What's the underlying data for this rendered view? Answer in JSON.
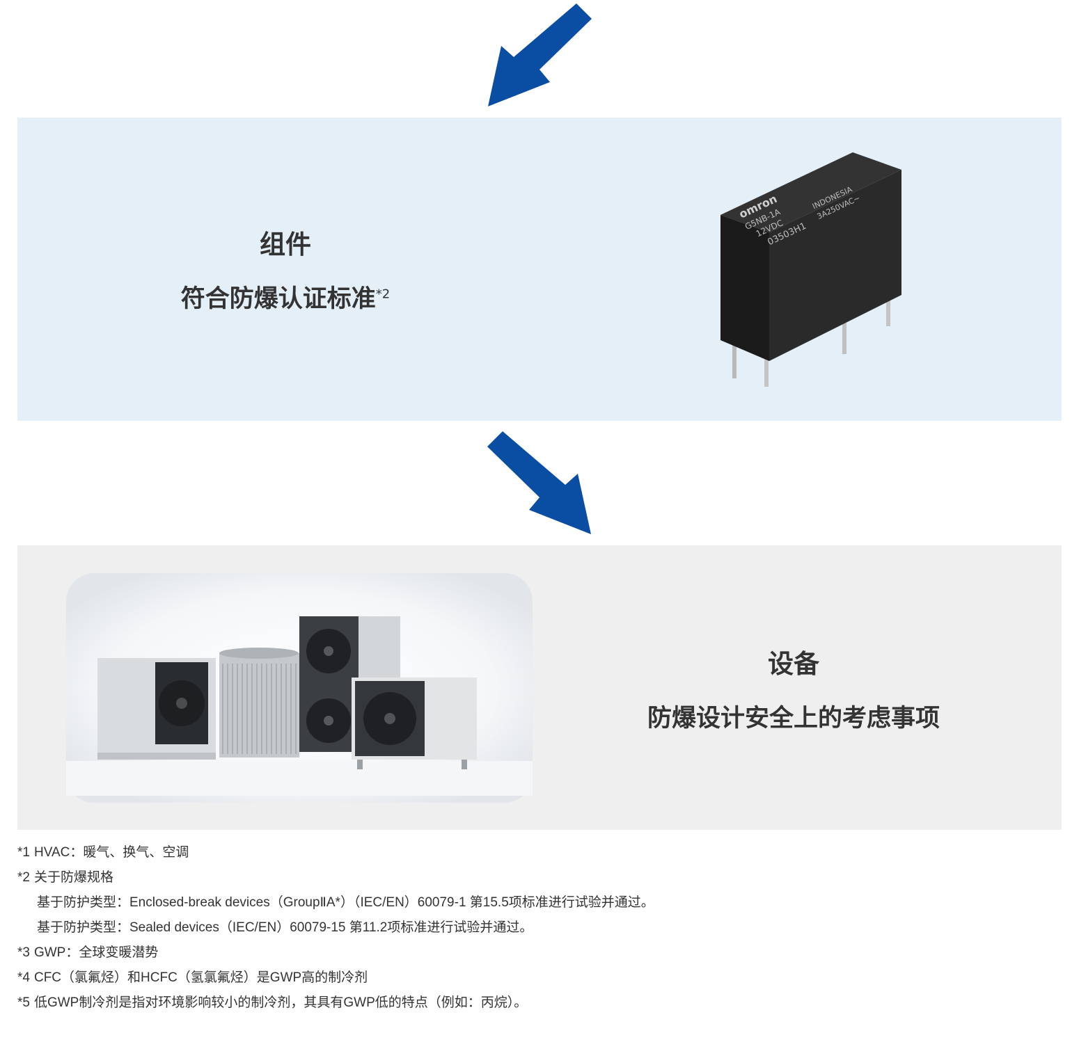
{
  "colors": {
    "arrow_blue": "#0a4ea3",
    "component_bg": "#e4eff8",
    "equipment_bg": "#efefef",
    "text": "#333333"
  },
  "component": {
    "title": "组件",
    "subtitle": "符合防爆认证标准",
    "subtitle_sup": "*2",
    "relay_label": {
      "brand": "omron",
      "model": "G5NB-1A",
      "coil": "12VDC",
      "lot": "03503H1",
      "rating": "3A250VAC~",
      "origin": "INDONESIA"
    }
  },
  "equipment": {
    "title": "设备",
    "subtitle": "防爆设计安全上的考虑事项"
  },
  "notes": [
    {
      "mark": "*1",
      "text": "HVAC：暖气、换气、空调"
    },
    {
      "mark": "*2",
      "text": "关于防爆规格"
    },
    {
      "mark": "",
      "text": "基于防护类型：Enclosed-break devices（GroupⅡA*）（IEC/EN）60079-1 第15.5项标准进行试验并通过。"
    },
    {
      "mark": "",
      "text": "基于防护类型：Sealed devices（IEC/EN）60079-15 第11.2项标准进行试验并通过。"
    },
    {
      "mark": "*3",
      "text": "GWP：全球变暖潜势"
    },
    {
      "mark": "*4",
      "text": "CFC（氯氟烃）和HCFC（氢氯氟烃）是GWP高的制冷剂"
    },
    {
      "mark": "*5",
      "text": "低GWP制冷剂是指对环境影响较小的制冷剂，其具有GWP低的特点（例如：丙烷）。"
    }
  ]
}
